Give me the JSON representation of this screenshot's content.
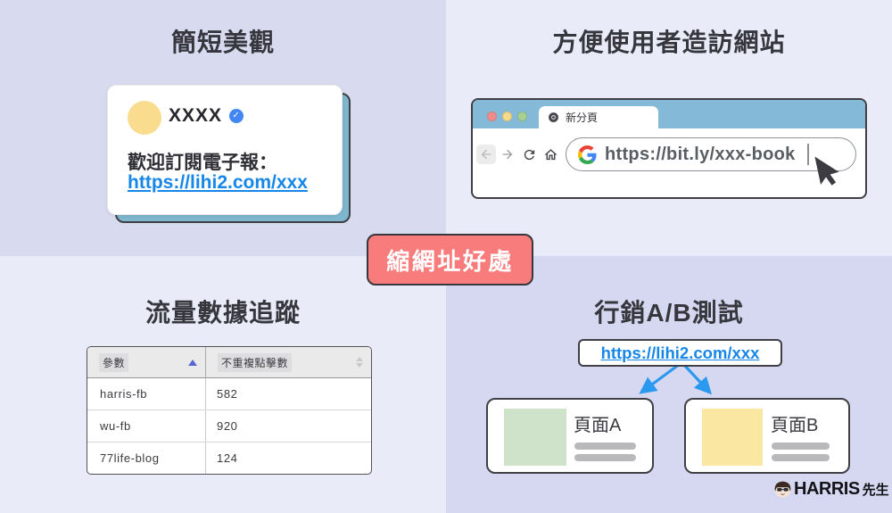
{
  "center_badge": {
    "label": "縮網址好處"
  },
  "quadrants": {
    "short_beautiful": {
      "title": "簡短美觀",
      "card": {
        "username": "XXXX",
        "verified_check": "✓",
        "message": "歡迎訂閱電子報：",
        "link": "https://lihi2.com/xxx"
      }
    },
    "easy_visit": {
      "title": "方便使用者造訪網站",
      "browser": {
        "tab_title": "新分頁",
        "url": "https://bit.ly/xxx-book"
      }
    },
    "traffic_tracking": {
      "title": "流量數據追蹤",
      "table": {
        "headers": [
          "參數",
          "不重複點擊數"
        ],
        "rows": [
          [
            "harris-fb",
            "582"
          ],
          [
            "wu-fb",
            "920"
          ],
          [
            "77life-blog",
            "124"
          ]
        ]
      }
    },
    "ab_testing": {
      "title": "行銷A/B測試",
      "link": "https://lihi2.com/xxx",
      "pages": [
        {
          "label": "頁面A"
        },
        {
          "label": "頁面B"
        }
      ]
    }
  },
  "footer": {
    "brand": "HARRIS",
    "brand_suffix": "先生"
  },
  "colors": {
    "accent_red": "#f97c7c",
    "link_blue": "#1687e8",
    "arrow_blue": "#2b99f0",
    "shadow_teal": "#7db6cd",
    "browser_bar_blue": "#85b9d8",
    "avatar_yellow": "#f9dc8d",
    "page_a_green": "#cfe3cb",
    "page_b_yellow": "#fae8a2",
    "bg_dark_lavender": "#d8daef",
    "bg_light_lavender": "#e9ebf8"
  }
}
